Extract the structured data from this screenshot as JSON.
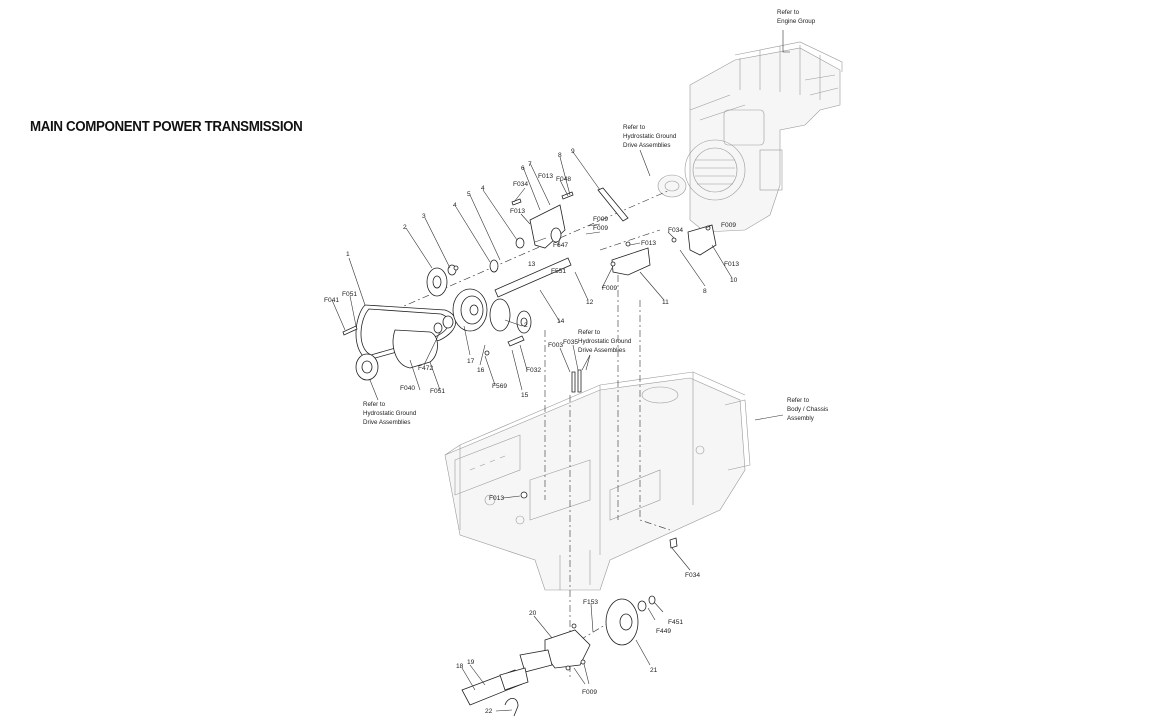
{
  "title": "MAIN COMPONENT POWER TRANSMISSION",
  "references": {
    "engine": [
      "Refer to",
      "Engine Group"
    ],
    "hydro_top": [
      "Refer to",
      "Hydrostatic Ground",
      "Drive Assemblies"
    ],
    "hydro_mid": [
      "Refer to",
      "Hydrostatic Ground",
      "Drive Assemblies"
    ],
    "hydro_left": [
      "Refer to",
      "Hydrostatic Ground",
      "Drive Assemblies"
    ],
    "chassis": [
      "Refer to",
      "Body / Chassis",
      "Assembly"
    ]
  },
  "callouts": {
    "c1": "1",
    "c2a": "2",
    "c2b": "2",
    "c3": "3",
    "c4a": "4",
    "c4b": "4",
    "c5": "5",
    "c6": "6",
    "c7": "7",
    "c8a": "8",
    "c8b": "8",
    "c9": "9",
    "c10": "10",
    "c11": "11",
    "c12": "12",
    "c13": "13",
    "c14": "14",
    "c15": "15",
    "c16": "16",
    "c17": "17",
    "c18": "18",
    "c19": "19",
    "c20": "20",
    "c21": "21",
    "c22": "22",
    "F051a": "F051",
    "F041": "F041",
    "F040": "F040",
    "F051b": "F051",
    "F472": "F472",
    "F569": "F569",
    "F032": "F032",
    "F003": "F003",
    "F035": "F035",
    "F034a": "F034",
    "F013a": "F013",
    "F048": "F048",
    "F013b": "F013",
    "F009a": "F009",
    "F009b": "F009",
    "F647": "F647",
    "F013c": "F013",
    "F551": "F551",
    "F009c": "F009",
    "F034b": "F034",
    "F009d": "F009",
    "F013d": "F013",
    "F013e": "F013",
    "F034c": "F034",
    "F153": "F153",
    "F451": "F451",
    "F449": "F449",
    "F009e": "F009"
  }
}
